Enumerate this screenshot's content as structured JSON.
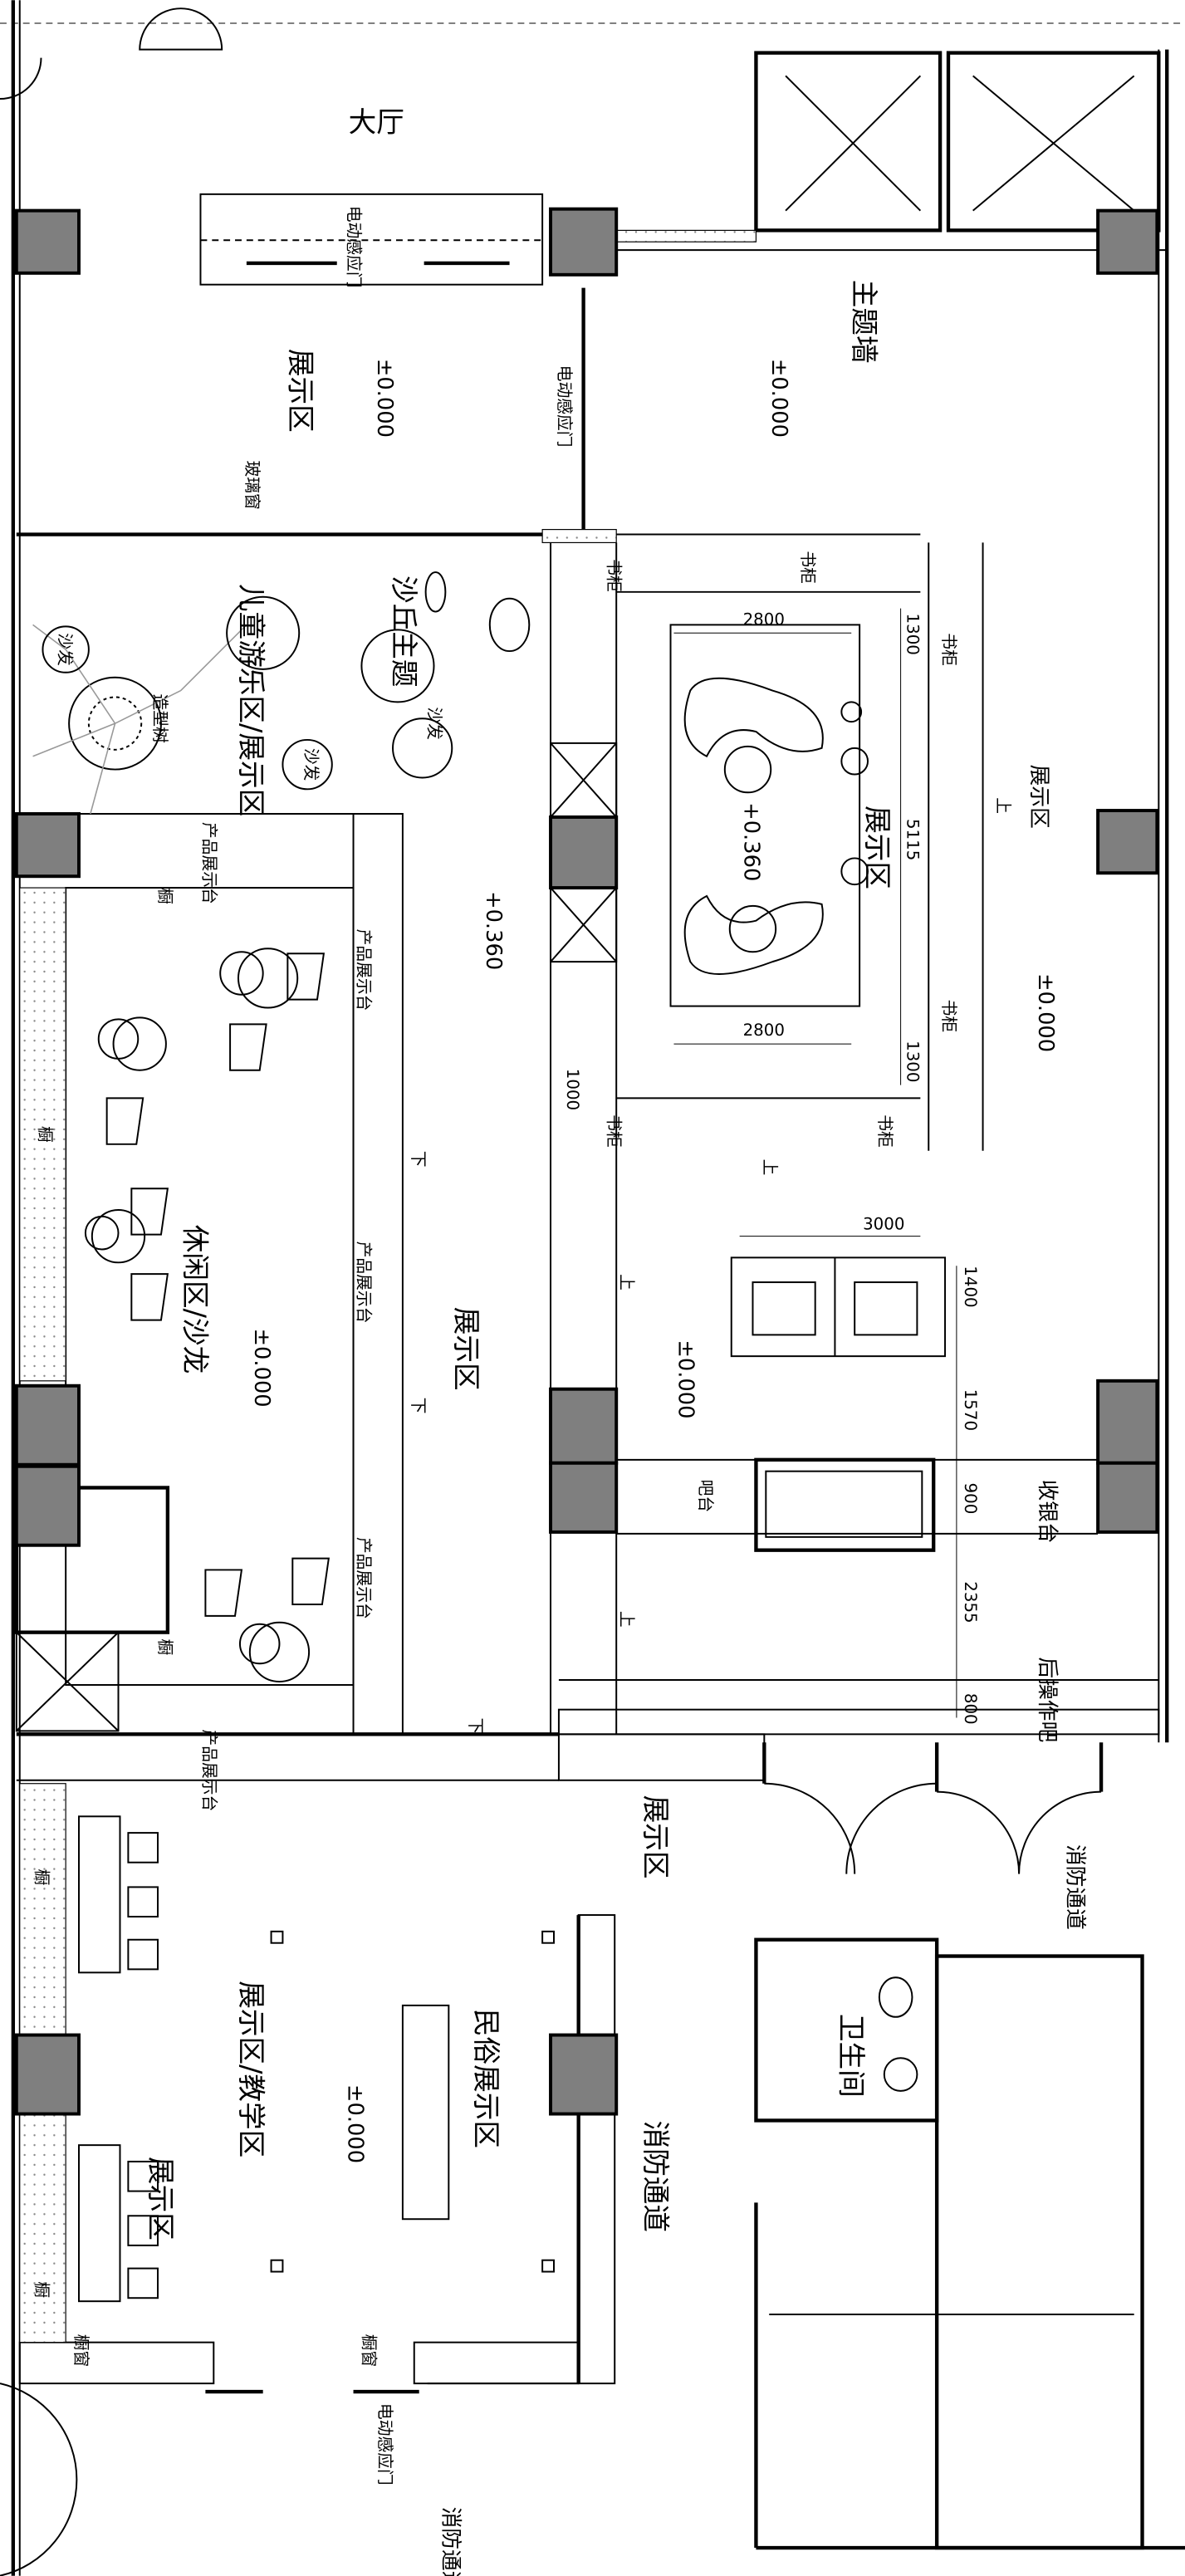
{
  "title": "展厅平面布置图",
  "colors": {
    "column": "#7f7f7f",
    "line": "#000000",
    "tree": "#999999"
  },
  "labels": {
    "lobby": "大厅",
    "auto_door_top": "电动感应门",
    "auto_door_mid": "电动感应门",
    "auto_door_bottom": "电动感应门",
    "exhibit_top_left": "展示区",
    "glass_window": "玻璃窗",
    "theme_wall": "主题墙",
    "bookcase": "书柜",
    "exhibit_center": "展示区",
    "exhibit_right": "展示区",
    "dune_theme": "沙丘主题",
    "kids_area": "儿童游乐区/展示区",
    "sculpture_tree": "造型树",
    "sofa": "沙发",
    "product_table": "产品展示台",
    "cabinet": "橱",
    "lounge": "休闲区/沙龙",
    "exhibit_mid": "展示区",
    "bar": "吧台",
    "cashier": "收银台",
    "back_bar": "后操作吧",
    "exhibit_lower": "展示区",
    "fire_passage": "消防通道",
    "restroom": "卫生间",
    "folk_exhibit": "民俗展示区",
    "teaching_area": "展示区/教学区",
    "exhibit_bottom": "展示区",
    "show_window": "橱窗",
    "up": "上",
    "down": "下"
  },
  "elevations": {
    "zero": "±0.000",
    "raised": "+0.360"
  },
  "dimensions": {
    "d2800": "2800",
    "d1300": "1300",
    "d5115": "5115",
    "d1000": "1000",
    "d3000": "3000",
    "d1400": "1400",
    "d1570": "1570",
    "d900": "900",
    "d2355": "2355",
    "d800": "800"
  }
}
